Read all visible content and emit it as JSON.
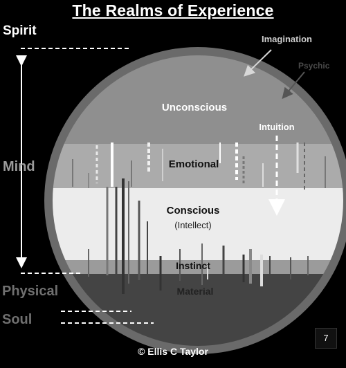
{
  "title": "The Realms of Experience",
  "left_labels": {
    "spirit": "Spirit",
    "mind": "Mind",
    "physical": "Physical",
    "soul": "Soul"
  },
  "annotations": {
    "imagination": "Imagination",
    "psychic": "Psychic",
    "intuition": "Intuition"
  },
  "bands": [
    {
      "key": "unconscious",
      "label": "Unconscious",
      "sublabel": "",
      "color": "#8f8f8f"
    },
    {
      "key": "emotional",
      "label": "Emotional",
      "sublabel": "",
      "color": "#ababab"
    },
    {
      "key": "conscious",
      "label": "Conscious",
      "sublabel": "(Intellect)",
      "color": "#ececec"
    },
    {
      "key": "instinct",
      "label": "Instinct",
      "sublabel": "",
      "color": "#9b9b9b"
    },
    {
      "key": "material",
      "label": "Material",
      "sublabel": "",
      "color": "#444444"
    }
  ],
  "colors": {
    "background": "#000000",
    "circle_rim": "#6a6a6a",
    "text_light": "#ffffff",
    "text_dark": "#111111"
  },
  "copyright": "© Ellis C Taylor",
  "page_number": "7"
}
